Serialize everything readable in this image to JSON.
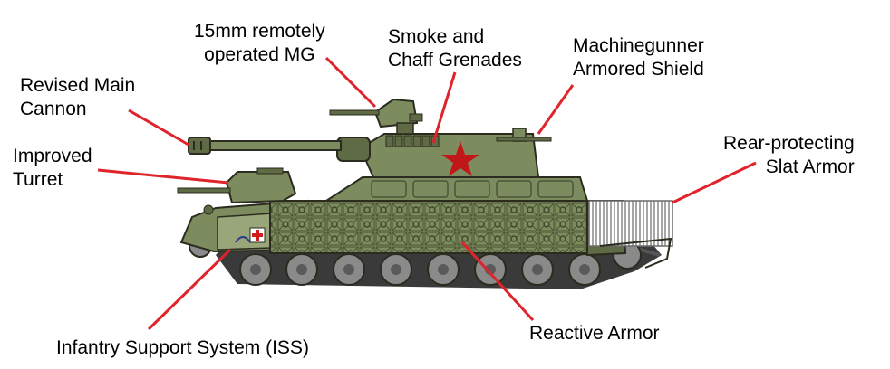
{
  "colors": {
    "armor": "#7d8c5f",
    "armor_dark": "#5f6b45",
    "armor_light": "#98a67a",
    "outline": "#2b2b1f",
    "leader": "#e0242b",
    "star": "#c01818",
    "wheel": "#8a8a8a",
    "track": "#3a3a3a"
  },
  "labels": {
    "mg": "15mm remotely\noperated MG",
    "smoke": "Smoke and\nChaff Grenades",
    "shield": "Machinegunner\nArmored Shield",
    "cannon": "Revised Main\nCannon",
    "turret": "Improved\nTurret",
    "slat": "Rear-protecting\nSlat Armor",
    "iss": "Infantry Support System (ISS)",
    "reactive": "Reactive Armor"
  },
  "icons": {
    "star": "red-star-icon",
    "cross": "medical-cross-icon"
  }
}
